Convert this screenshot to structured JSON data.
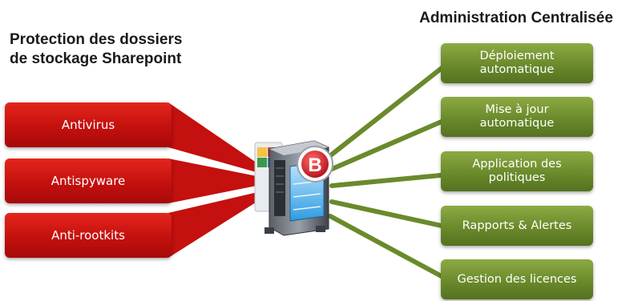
{
  "left_panel": {
    "heading": "Protection des dossiers\nde stockage Sharepoint",
    "color": "#c4100e",
    "items": [
      {
        "label": "Antivirus"
      },
      {
        "label": "Antispyware"
      },
      {
        "label": "Anti-rootkits"
      }
    ]
  },
  "right_panel": {
    "heading": "Administration Centralisée",
    "color": "#6a8a2b",
    "items": [
      {
        "label": "Déploiement\nautomatique"
      },
      {
        "label": "Mise à jour\nautomatique"
      },
      {
        "label": "Application des\npolitiques"
      },
      {
        "label": "Rapports & Alertes"
      },
      {
        "label": "Gestion des licences"
      }
    ]
  },
  "center": {
    "icon": "server-icon",
    "badge_icon": "bitdefender-b-logo",
    "badge_letter": "B",
    "badge_color": "#d3202b"
  }
}
